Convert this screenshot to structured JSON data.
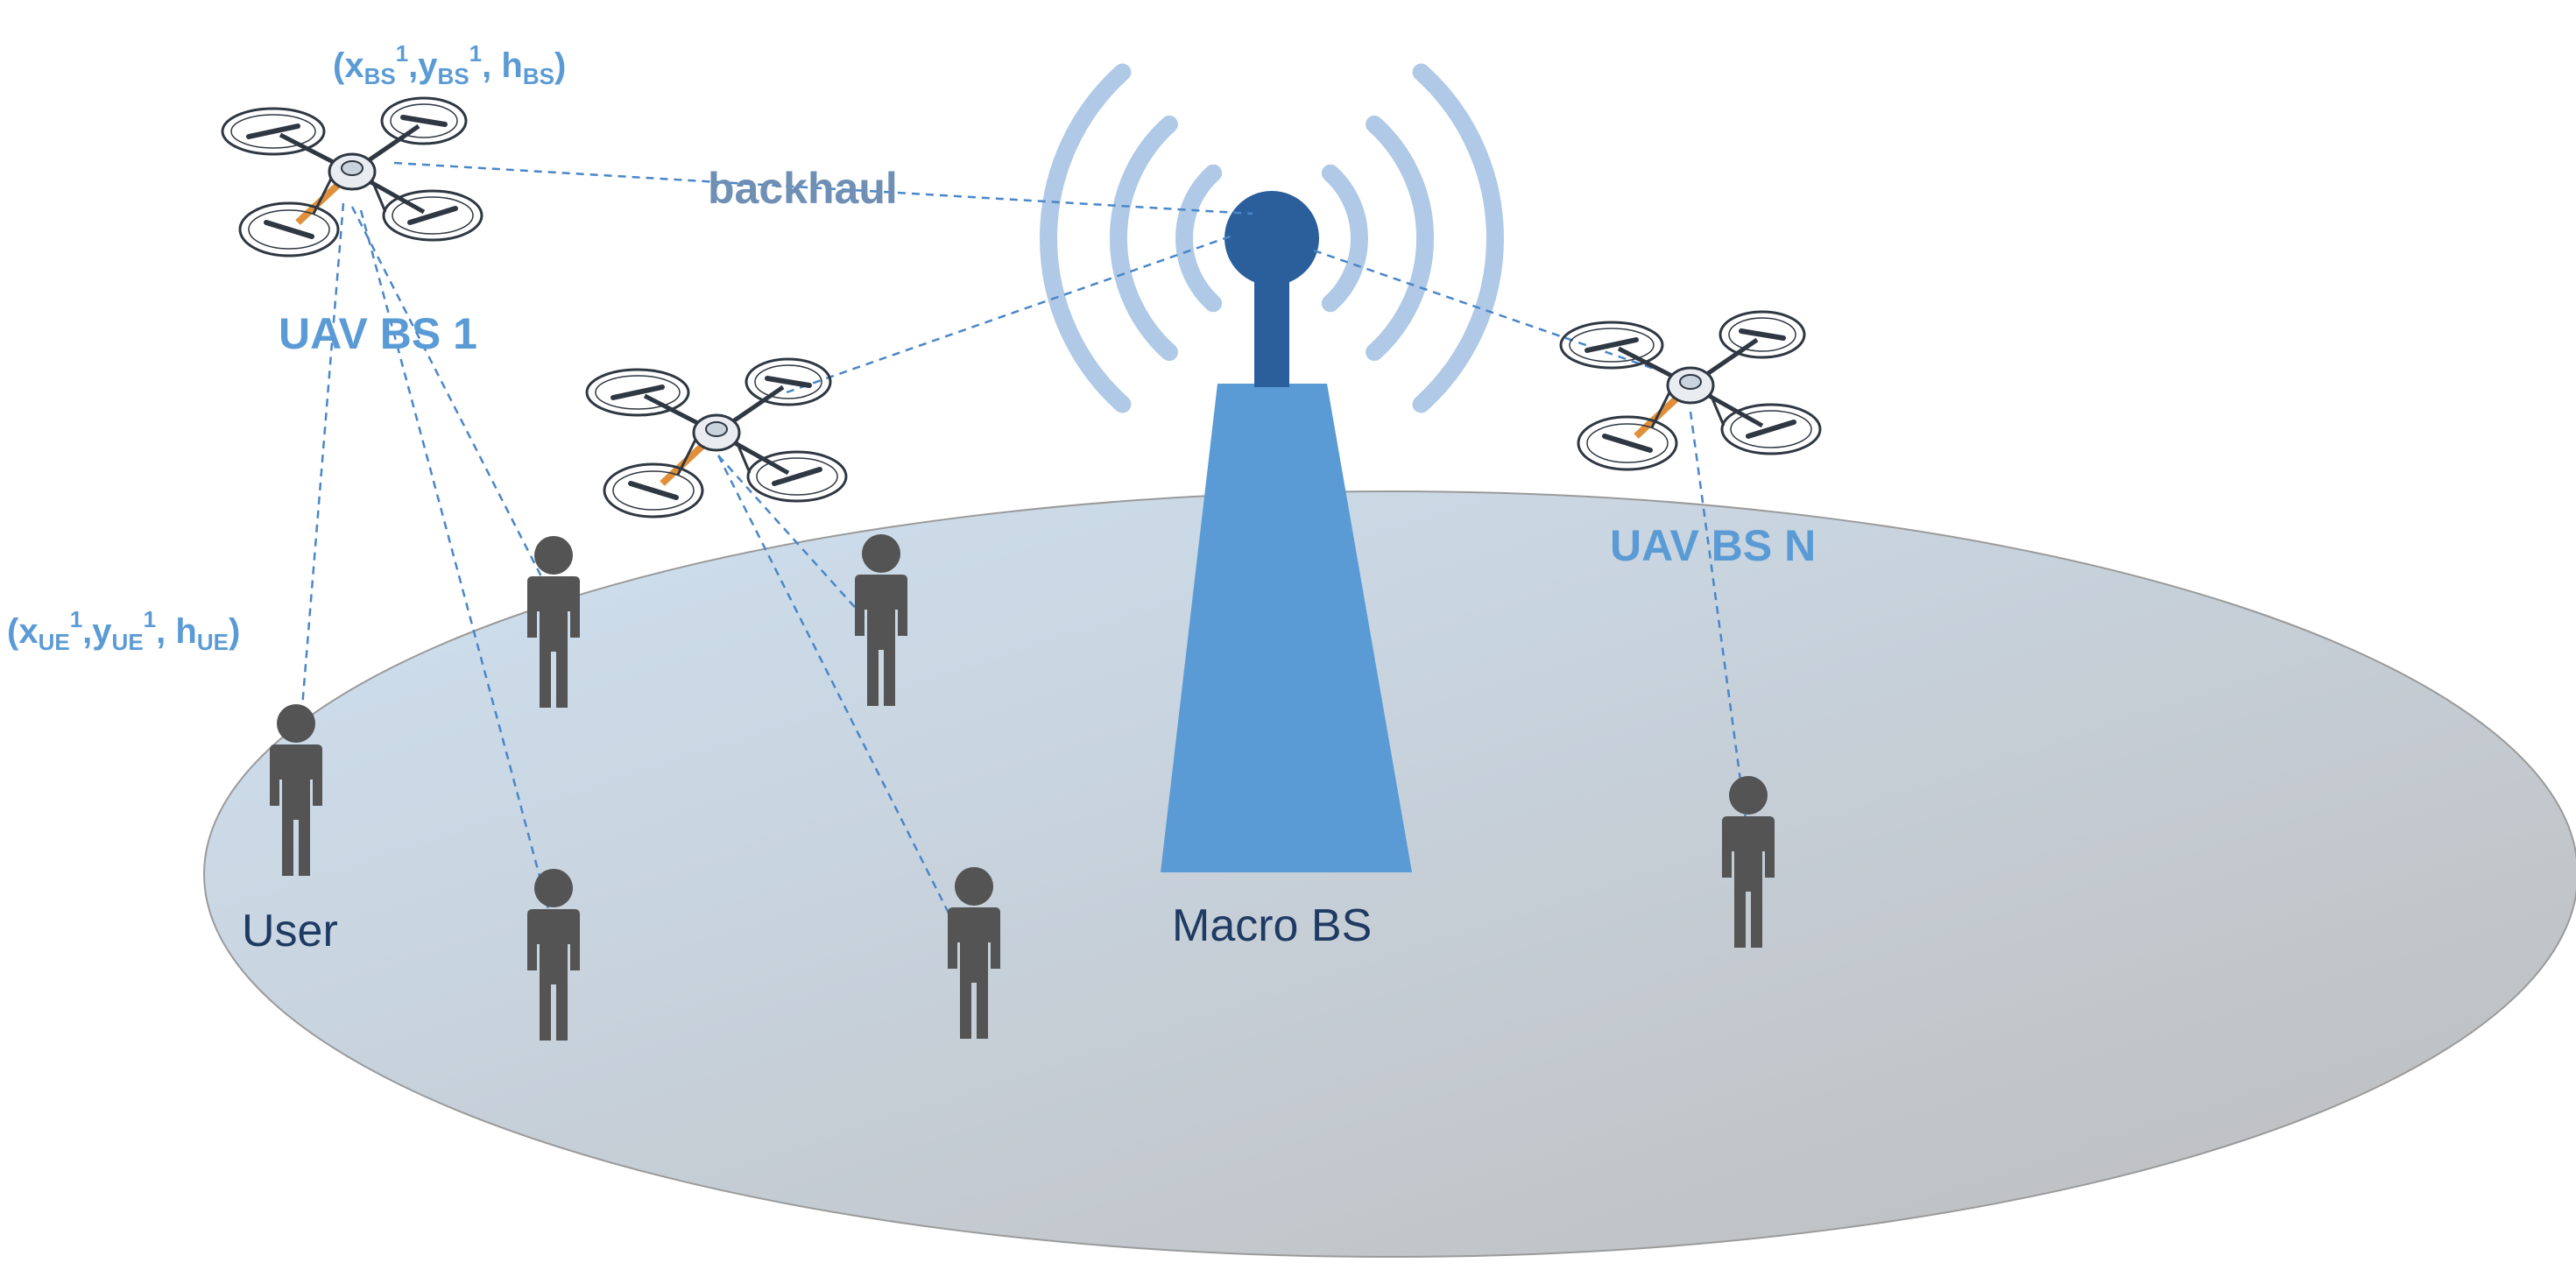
{
  "labels": {
    "uav_bs_1": "UAV BS 1",
    "uav_bs_n": "UAV BS N",
    "backhaul": "backhaul",
    "macro_bs": "Macro BS",
    "user": "User"
  },
  "bs_coord": {
    "x": "x",
    "x_sub": "BS",
    "x_sup": "1",
    "y": "y",
    "y_sub": "BS",
    "y_sup": "1",
    "h": "h",
    "h_sub": "BS"
  },
  "ue_coord": {
    "x": "x",
    "x_sub": "UE",
    "x_sup": "1",
    "y": "y",
    "y_sub": "UE",
    "y_sup": "1",
    "h": "h",
    "h_sub": "UE"
  },
  "colors": {
    "uav_label": "#5b9bd5",
    "coord_label": "#5b9bd5",
    "backhaul_label": "#6f8fb5",
    "dark_label": "#1f3b63",
    "link": "#4a86c8",
    "tower": "#5b9bd5",
    "tower_head": "#2a5f9b",
    "signal_wave": "#afc9e6",
    "person": "#545454",
    "ground_light": "#cfe1f2",
    "ground_dark": "#bdbdbd",
    "drone": "#2f3742",
    "drone_arm": "#e0903a"
  }
}
